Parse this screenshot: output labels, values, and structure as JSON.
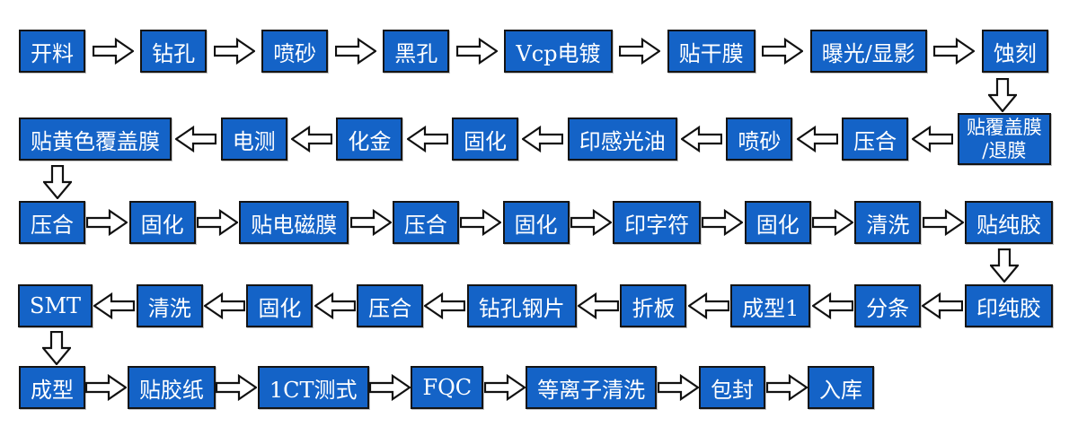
{
  "style": {
    "box_fill": "#1463C7",
    "box_border": "#141414",
    "box_text_color": "#FFFFFF",
    "arrow_fill": "#FFFFFF",
    "arrow_stroke": "#111111",
    "background": "#FFFFFF"
  },
  "flow": {
    "title": "",
    "rows": [
      {
        "arrow_direction": "right",
        "boxes": [
          {
            "label": "开料"
          },
          {
            "label": "钻孔"
          },
          {
            "label": "喷砂"
          },
          {
            "label": "黑孔"
          },
          {
            "label": "Vcp电镀"
          },
          {
            "label": "贴干膜"
          },
          {
            "label": "曝光/显影"
          },
          {
            "label": "蚀刻"
          }
        ]
      },
      {
        "arrow_direction": "left",
        "boxes": [
          {
            "label": "贴黄色覆盖膜"
          },
          {
            "label": "电测"
          },
          {
            "label": "化金"
          },
          {
            "label": "固化"
          },
          {
            "label": "印感光油"
          },
          {
            "label": "喷砂"
          },
          {
            "label": "压合"
          },
          {
            "label": "贴覆盖膜\n/退膜",
            "multiline": true
          }
        ]
      },
      {
        "arrow_direction": "right",
        "boxes": [
          {
            "label": "压合"
          },
          {
            "label": "固化"
          },
          {
            "label": "贴电磁膜"
          },
          {
            "label": "压合"
          },
          {
            "label": "固化"
          },
          {
            "label": "印字符"
          },
          {
            "label": "固化"
          },
          {
            "label": "清洗"
          },
          {
            "label": "贴纯胶"
          }
        ]
      },
      {
        "arrow_direction": "left",
        "boxes": [
          {
            "label": "SMT"
          },
          {
            "label": "清洗"
          },
          {
            "label": "固化"
          },
          {
            "label": "压合"
          },
          {
            "label": "钻孔钢片"
          },
          {
            "label": "折板"
          },
          {
            "label": "成型1"
          },
          {
            "label": "分条"
          },
          {
            "label": "印纯胶"
          }
        ]
      },
      {
        "arrow_direction": "right",
        "boxes": [
          {
            "label": "成型"
          },
          {
            "label": "贴胶纸"
          },
          {
            "label": "1CT测式"
          },
          {
            "label": "FQC"
          },
          {
            "label": "等离子清洗"
          },
          {
            "label": "包封"
          },
          {
            "label": "入库"
          }
        ]
      }
    ],
    "connectors": [
      {
        "after_row": 0,
        "side": "right",
        "from": "蚀刻",
        "to": "贴覆盖膜\n/退膜"
      },
      {
        "after_row": 1,
        "side": "left",
        "from": "贴黄色覆盖膜",
        "to": "压合"
      },
      {
        "after_row": 2,
        "side": "right",
        "from": "贴纯胶",
        "to": "印纯胶"
      },
      {
        "after_row": 3,
        "side": "left",
        "from": "SMT",
        "to": "成型"
      }
    ]
  }
}
